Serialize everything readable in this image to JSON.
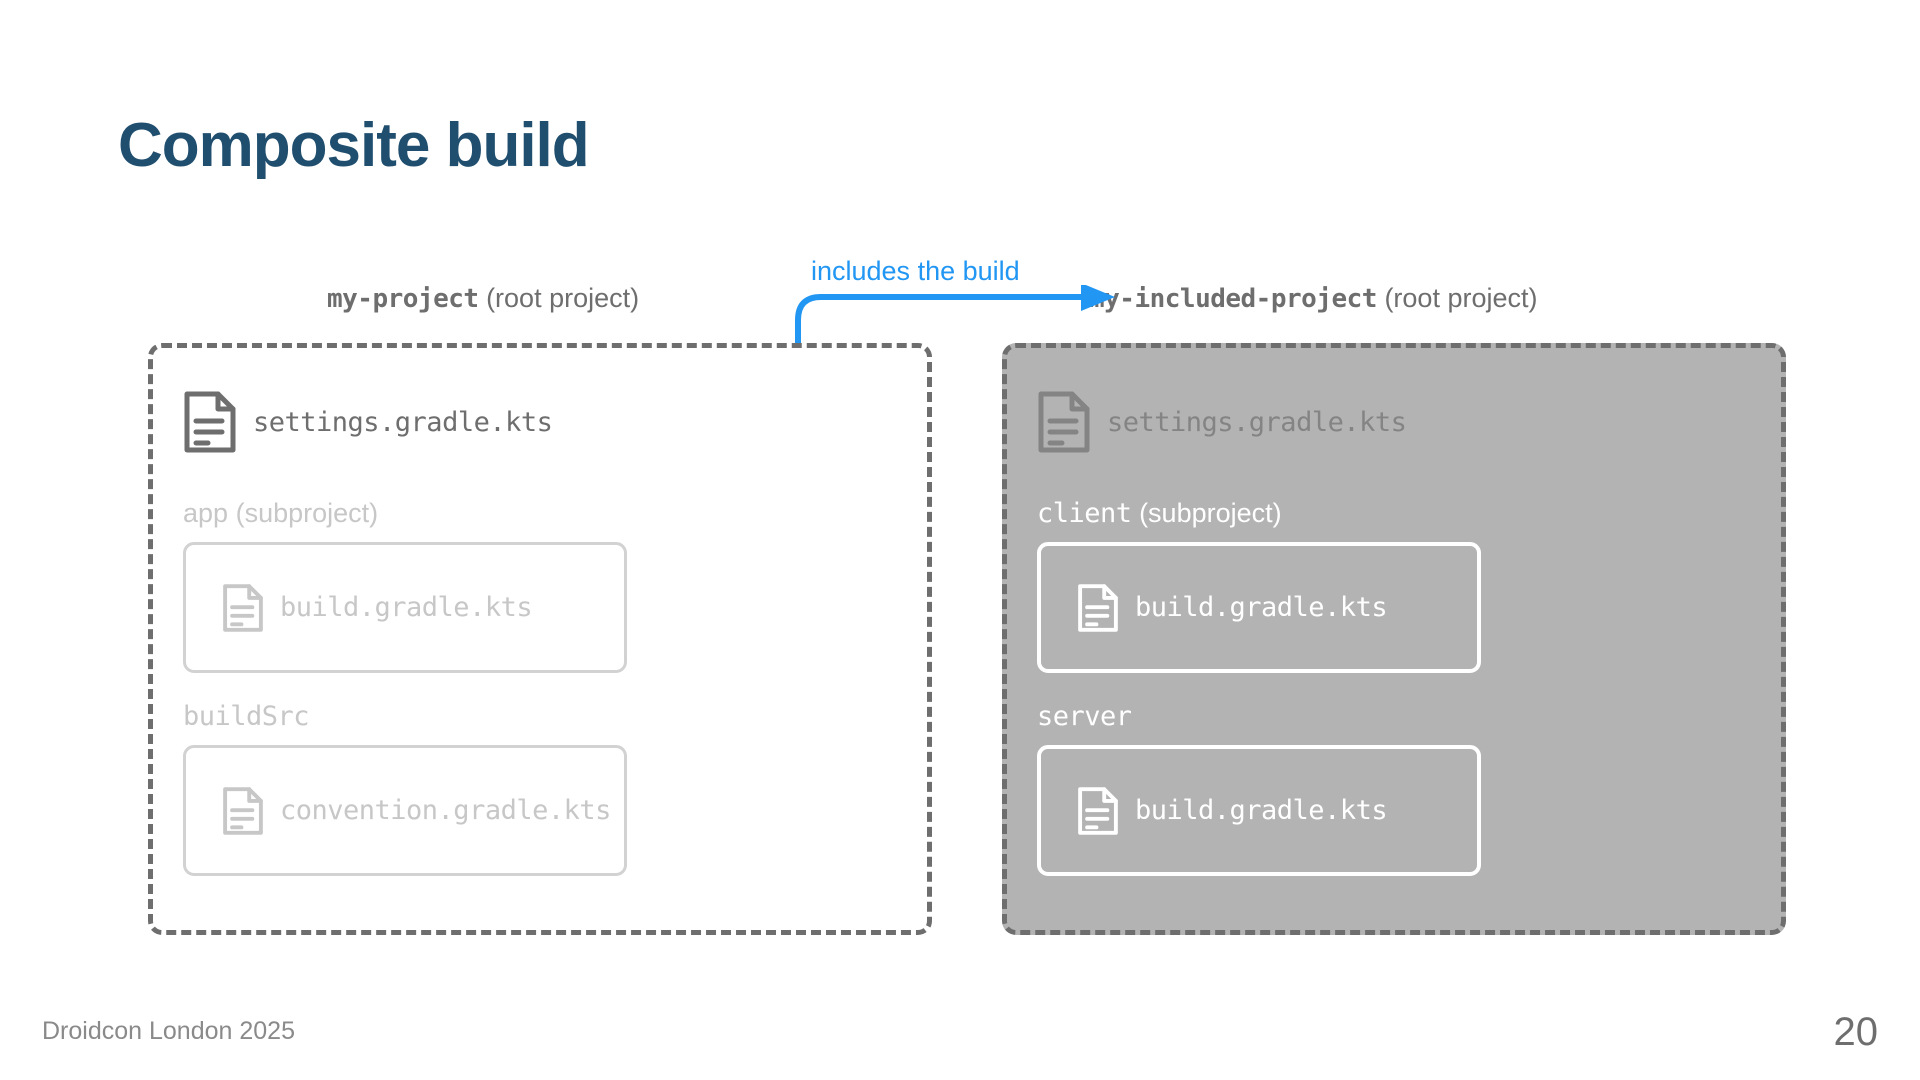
{
  "slide": {
    "title": "Composite build",
    "footer_left": "Droidcon London 2025",
    "page_number": "20"
  },
  "colors": {
    "title": "#1f4e6e",
    "arrow": "#2196f3",
    "box_border": "#6e6e6e",
    "included_box_fill": "#b3b3b3",
    "muted_text": "#c7c7c7",
    "dark_text": "#6e6e6e",
    "white_text": "#ffffff"
  },
  "arrow": {
    "label": "includes the build",
    "icon": "arrow-right-icon",
    "back_icon": "arrow-left-icon"
  },
  "left_project": {
    "name": "my-project",
    "suffix": "(root project)",
    "settings_file": {
      "icon": "file-document-icon",
      "label": "settings.gradle.kts"
    },
    "groups": [
      {
        "name": "app",
        "name_style": "sans",
        "suffix": "(subproject)",
        "file": {
          "icon": "file-document-icon",
          "label": "build.gradle.kts"
        }
      },
      {
        "name": "buildSrc",
        "name_style": "mono",
        "suffix": "",
        "file": {
          "icon": "file-document-icon",
          "label": "convention.gradle.kts"
        }
      }
    ]
  },
  "right_project": {
    "name": "my-included-project",
    "suffix": "(root project)",
    "settings_file": {
      "icon": "file-document-icon",
      "label": "settings.gradle.kts"
    },
    "groups": [
      {
        "name": "client",
        "name_style": "mono",
        "suffix": "(subproject)",
        "file": {
          "icon": "file-document-icon",
          "label": "build.gradle.kts"
        }
      },
      {
        "name": "server",
        "name_style": "mono",
        "suffix": "",
        "file": {
          "icon": "file-document-icon",
          "label": "build.gradle.kts"
        }
      }
    ]
  }
}
